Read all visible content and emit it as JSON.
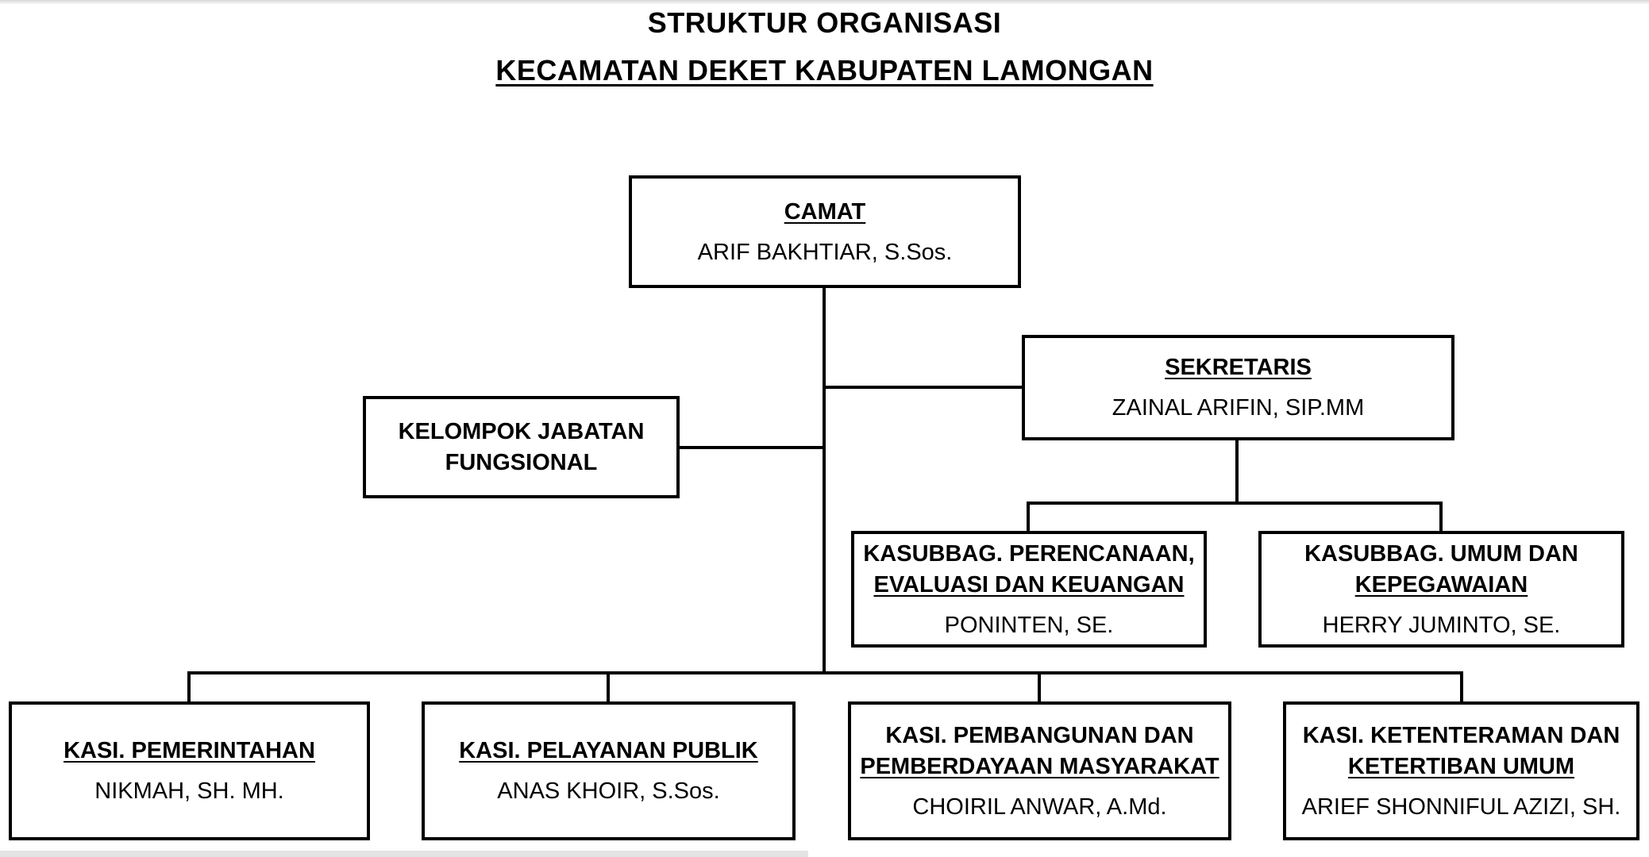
{
  "title": {
    "line1": "STRUKTUR ORGANISASI",
    "line2": "KECAMATAN DEKET KABUPATEN LAMONGAN"
  },
  "nodes": {
    "camat": {
      "role": "CAMAT",
      "name": "ARIF BAKHTIAR, S.Sos."
    },
    "sekretaris": {
      "role": "SEKRETARIS",
      "name": "ZAINAL ARIFIN, SIP.MM"
    },
    "kelompok": {
      "role_line1": "KELOMPOK JABATAN",
      "role_line2": "FUNGSIONAL"
    },
    "kasubbag_perencanaan": {
      "role_line1": "KASUBBAG. PERENCANAAN,",
      "role_line2": "EVALUASI DAN KEUANGAN",
      "name": "PONINTEN, SE."
    },
    "kasubbag_umum": {
      "role_line1": "KASUBBAG. UMUM DAN",
      "role_line2": "KEPEGAWAIAN",
      "name": "HERRY JUMINTO, SE."
    },
    "kasi_pemerintahan": {
      "role": "KASI. PEMERINTAHAN",
      "name": "NIKMAH, SH. MH."
    },
    "kasi_pelayanan": {
      "role": "KASI. PELAYANAN PUBLIK",
      "name": "ANAS KHOIR, S.Sos."
    },
    "kasi_pembangunan": {
      "role_line1": "KASI. PEMBANGUNAN DAN",
      "role_line2": "PEMBERDAYAAN MASYARAKAT",
      "name": "CHOIRIL ANWAR, A.Md."
    },
    "kasi_ketenteraman": {
      "role_line1": "KASI. KETENTERAMAN DAN",
      "role_line2": "KETERTIBAN UMUM",
      "name": "ARIEF SHONNIFUL AZIZI, SH."
    }
  }
}
